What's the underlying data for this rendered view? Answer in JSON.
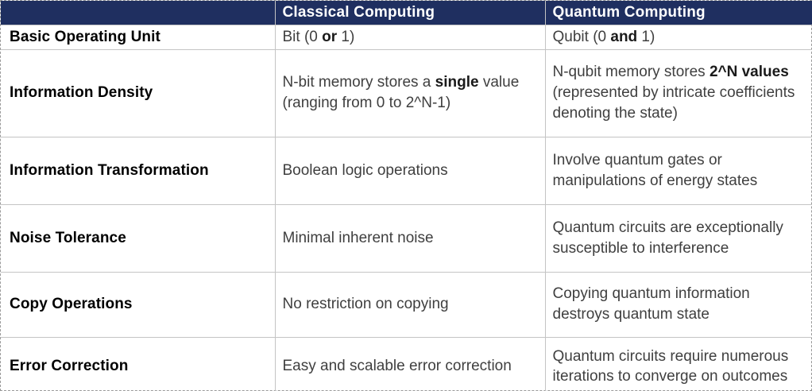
{
  "colors": {
    "header_bg": "#1f2f60",
    "header_text": "#ffffff",
    "label_text": "#000000",
    "body_text": "#3f3f3f",
    "border": "#c4c4c4",
    "outer_border": "#9a9a9a",
    "page_bg": "#ffffff"
  },
  "table": {
    "columns": [
      "",
      "Classical Computing",
      "Quantum Computing"
    ],
    "rows": [
      {
        "label": "Basic Operating Unit",
        "classical": [
          {
            "t": "Bit (0 "
          },
          {
            "t": "or",
            "b": true
          },
          {
            "t": " 1)"
          }
        ],
        "quantum": [
          {
            "t": "Qubit (0 "
          },
          {
            "t": "and",
            "b": true
          },
          {
            "t": " 1)"
          }
        ]
      },
      {
        "label": "Information Density",
        "classical": [
          {
            "t": "N-bit memory stores a "
          },
          {
            "t": "single",
            "b": true
          },
          {
            "t": " value (ranging from 0 to 2^N-1)"
          }
        ],
        "quantum": [
          {
            "t": "N-qubit memory stores "
          },
          {
            "t": "2^N values",
            "b": true
          },
          {
            "t": " (represented by intricate coefficients denoting the state)"
          }
        ]
      },
      {
        "label": "Information Transformation",
        "classical": [
          {
            "t": "Boolean logic operations"
          }
        ],
        "quantum": [
          {
            "t": "Involve quantum gates or manipulations of energy states"
          }
        ]
      },
      {
        "label": "Noise Tolerance",
        "classical": [
          {
            "t": "Minimal inherent noise"
          }
        ],
        "quantum": [
          {
            "t": "Quantum circuits are exceptionally susceptible to interference"
          }
        ]
      },
      {
        "label": "Copy Operations",
        "classical": [
          {
            "t": "No restriction on copying"
          }
        ],
        "quantum": [
          {
            "t": "Copying quantum information destroys quantum state"
          }
        ]
      },
      {
        "label": "Error Correction",
        "classical": [
          {
            "t": "Easy and scalable error correction"
          }
        ],
        "quantum": [
          {
            "t": "Quantum circuits require numerous iterations to converge on outcomes"
          }
        ]
      }
    ]
  }
}
